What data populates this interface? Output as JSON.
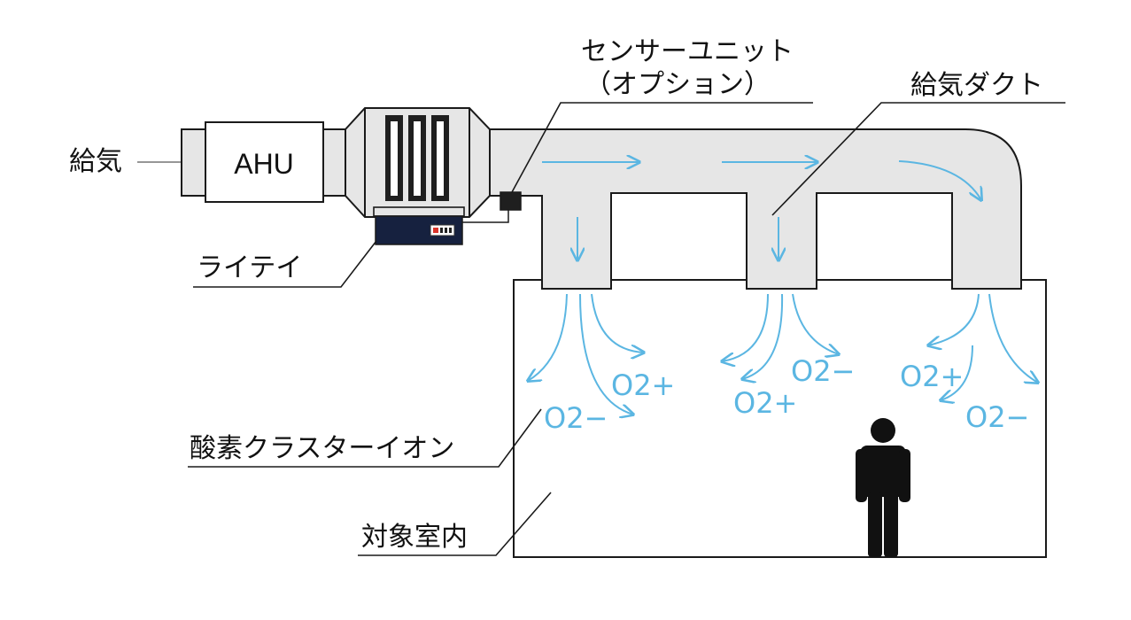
{
  "labels": {
    "supply_air": "給気",
    "ahu": "AHU",
    "sensor_unit_line1": "センサーユニット",
    "sensor_unit_line2": "（オプション）",
    "supply_duct": "給気ダクト",
    "raitei": "ライテイ",
    "oxygen_cluster_ion": "酸素クラスターイオン",
    "target_room": "対象室内"
  },
  "ions": {
    "o2_plus": "O2+",
    "o2_minus": "O2−"
  },
  "colors": {
    "airflow": "#5bb6e2",
    "duct_fill": "#e6e6e6",
    "outline": "#1a1a1a",
    "device_body": "#16213f",
    "device_indicator": "#d9342b"
  },
  "icons": {
    "person": "person-silhouette-icon",
    "supply_arrow": "arrow-right-icon"
  }
}
